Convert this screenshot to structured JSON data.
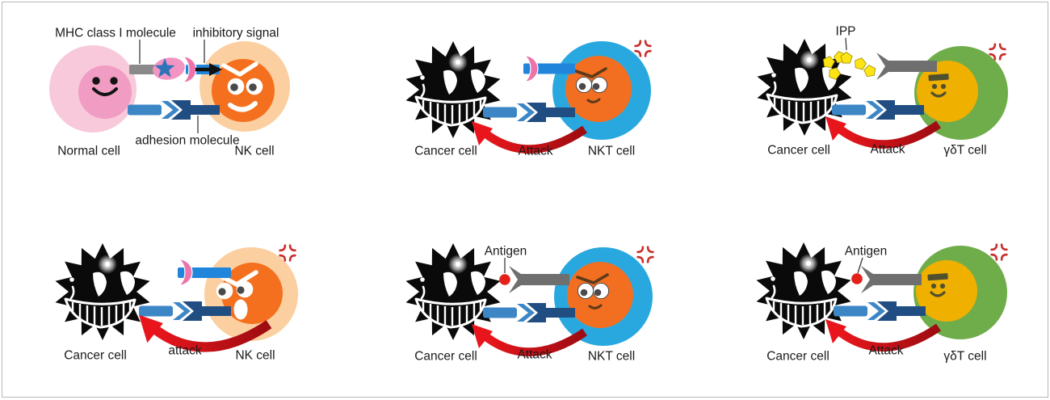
{
  "figure": {
    "background": "#FFFFFF",
    "border_color": "#B8B8B8"
  },
  "colors": {
    "cancer_cell_black": "#0A0A0A",
    "nk_outer": "#FBCFA0",
    "nk_inner": "#F4701E",
    "nkt_outer": "#29A8E0",
    "nkt_inner": "#F26F21",
    "gdt_outer": "#6FAD4B",
    "gdt_inner": "#F0B000",
    "normal_outer": "#F8C9DB",
    "normal_inner": "#F19CC2",
    "mhc_pink": "#F295C3",
    "receptor_crescent_pink": "#ED74AA",
    "mhc_star_blue": "#2E74B8",
    "inhibitory_bar_blue": "#2186DB",
    "adhesion_light_blue": "#3C86C6",
    "adhesion_dark_navy": "#214E82",
    "antigen_receptor_gray": "#6F6F6F",
    "mhc_stalk_gray": "#8A8A8A",
    "antigen_red": "#E32119",
    "ipp_yellow": "#FFE415",
    "attack_arrow_red": "#E8161C",
    "anger_mark_red": "#C9302C"
  },
  "panels": [
    {
      "id": "nk-vs-normal-cell",
      "labels": {
        "mhc": "MHC class I molecule",
        "inhibitory": "inhibitory signal",
        "left_cell": "Normal cell",
        "adhesion": "adhesion molecule",
        "right_cell": "NK cell"
      }
    },
    {
      "id": "nkt-vs-cancer-cell",
      "labels": {
        "left_cell": "Cancer cell",
        "attack": "Attack",
        "right_cell": "NKT cell"
      }
    },
    {
      "id": "gdt-vs-cancer-cell-ipp",
      "labels": {
        "ipp": "IPP",
        "left_cell": "Cancer cell",
        "attack": "Attack",
        "right_cell": "γδT cell"
      }
    },
    {
      "id": "nk-vs-cancer-cell",
      "labels": {
        "left_cell": "Cancer cell",
        "attack": "attack",
        "right_cell": "NK cell"
      }
    },
    {
      "id": "nkt-vs-cancer-cell-antigen",
      "labels": {
        "antigen": "Antigen",
        "left_cell": "Cancer cell",
        "attack": "Attack",
        "right_cell": "NKT cell"
      }
    },
    {
      "id": "gdt-vs-cancer-cell-antigen",
      "labels": {
        "antigen": "Antigen",
        "left_cell": "Cancer cell",
        "attack": "Attack",
        "right_cell": "γδT cell"
      }
    }
  ]
}
